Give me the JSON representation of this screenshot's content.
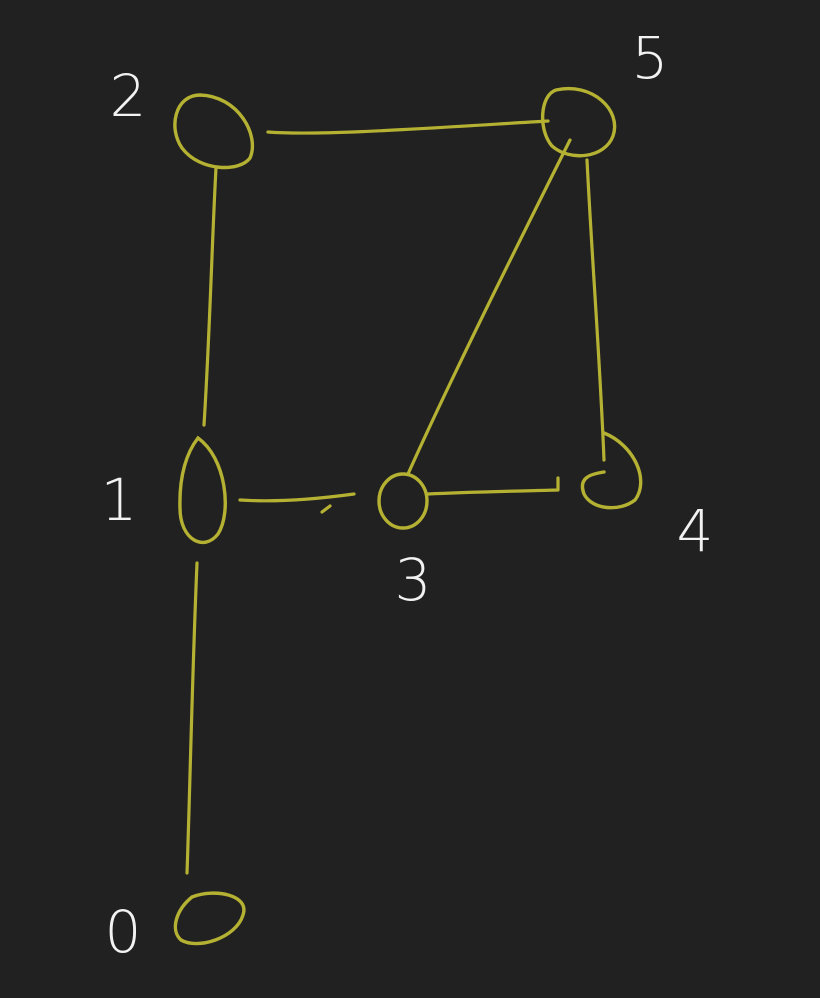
{
  "colors": {
    "background": "#212121",
    "stroke": "#b5b233",
    "label": "#f2f2f2"
  },
  "graph": {
    "nodes": [
      {
        "id": "0",
        "label": "0"
      },
      {
        "id": "1",
        "label": "1"
      },
      {
        "id": "2",
        "label": "2"
      },
      {
        "id": "3",
        "label": "3"
      },
      {
        "id": "4",
        "label": "4"
      },
      {
        "id": "5",
        "label": "5"
      }
    ],
    "edges": [
      {
        "from": "2",
        "to": "5"
      },
      {
        "from": "2",
        "to": "1"
      },
      {
        "from": "1",
        "to": "3"
      },
      {
        "from": "1",
        "to": "0"
      },
      {
        "from": "3",
        "to": "4"
      },
      {
        "from": "3",
        "to": "5"
      },
      {
        "from": "4",
        "to": "5"
      }
    ]
  }
}
